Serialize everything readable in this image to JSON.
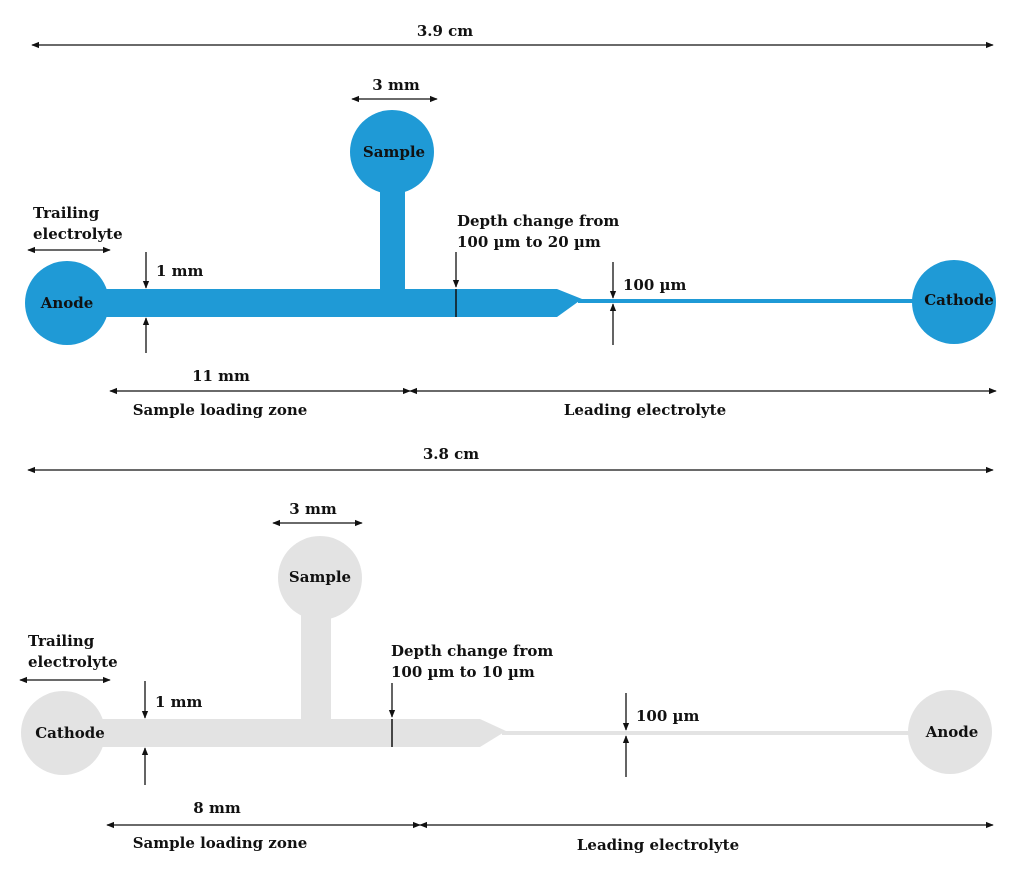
{
  "chip_top": {
    "color": "#1f9ad6",
    "overall_length": "3.9 cm",
    "reservoir_width": "3 mm",
    "sample_label": "Sample",
    "left_electrode": "Anode",
    "right_electrode": "Cathode",
    "trailing_label": [
      "Trailing",
      "electrolyte"
    ],
    "depth_label": [
      "Depth change from",
      "100 µm to 20 µm"
    ],
    "channel_width": "1 mm",
    "narrow_width": "100 µm",
    "zone_length": "11 mm",
    "sample_zone": "Sample loading zone",
    "leading_zone": "Leading electrolyte"
  },
  "chip_bottom": {
    "color": "#e3e3e3",
    "overall_length": "3.8 cm",
    "reservoir_width": "3 mm",
    "sample_label": "Sample",
    "left_electrode": "Cathode",
    "right_electrode": "Anode",
    "trailing_label": [
      "Trailing",
      "electrolyte"
    ],
    "depth_label": [
      "Depth change from",
      "100 µm to 10 µm"
    ],
    "channel_width": "1 mm",
    "narrow_width": "100 µm",
    "zone_length": "8 mm",
    "sample_zone": "Sample loading zone",
    "leading_zone": "Leading electrolyte"
  }
}
